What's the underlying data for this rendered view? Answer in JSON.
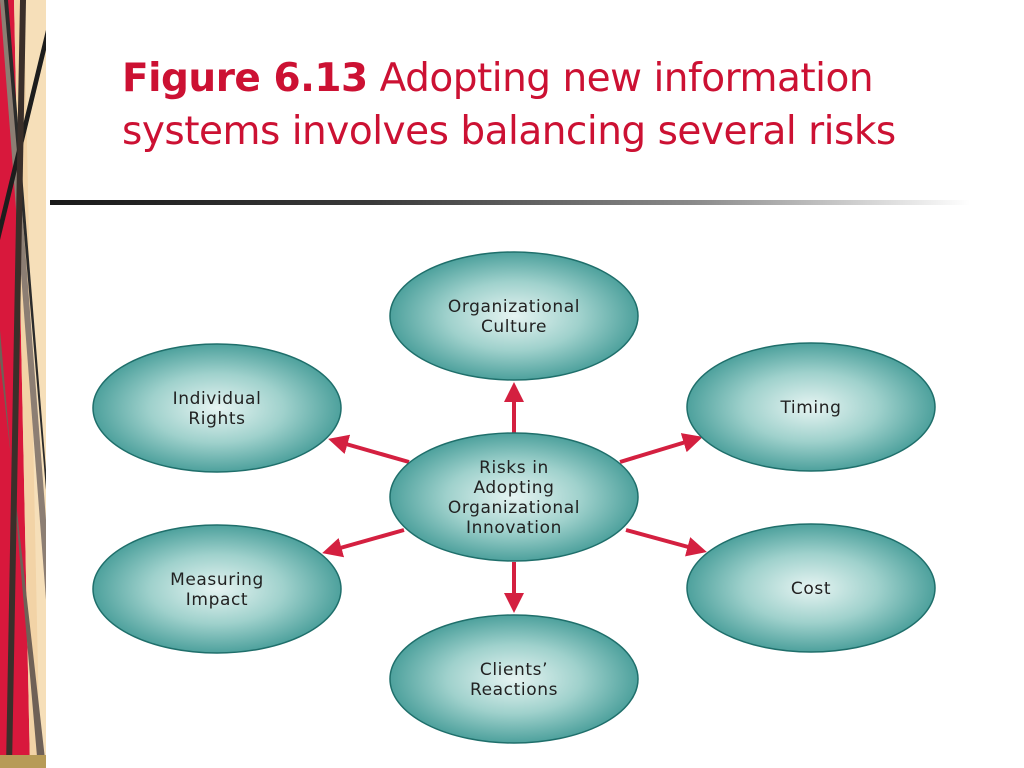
{
  "title": {
    "figure_label": "Figure 6.13",
    "text": "Adopting new information systems involves balancing several risks"
  },
  "diagram": {
    "center": {
      "id": "center",
      "lines": [
        "Risks in",
        "Adopting",
        "Organizational",
        "Innovation"
      ]
    },
    "nodes": [
      {
        "id": "organizational-culture",
        "lines": [
          "Organizational",
          "Culture"
        ]
      },
      {
        "id": "timing",
        "lines": [
          "Timing"
        ]
      },
      {
        "id": "cost",
        "lines": [
          "Cost"
        ]
      },
      {
        "id": "clients-reactions",
        "lines": [
          "Clients’",
          "Reactions"
        ]
      },
      {
        "id": "measuring-impact",
        "lines": [
          "Measuring",
          "Impact"
        ]
      },
      {
        "id": "individual-rights",
        "lines": [
          "Individual",
          "Rights"
        ]
      }
    ],
    "colors": {
      "ellipse_fill_center": "#e6f4f2",
      "ellipse_fill_edge": "#2a8c88",
      "ellipse_stroke": "#1f6f6b",
      "arrow": "#d42040",
      "title": "#cc1133"
    }
  }
}
